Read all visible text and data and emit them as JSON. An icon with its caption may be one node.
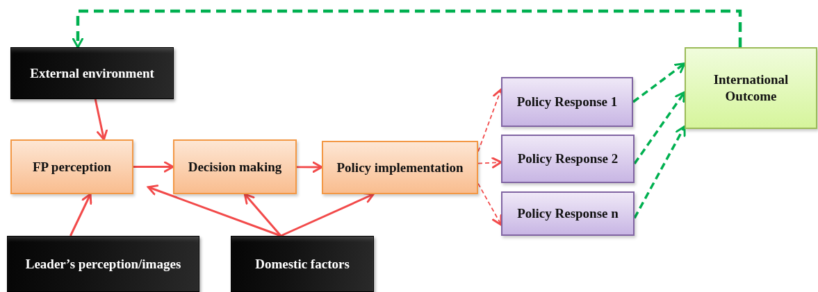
{
  "diagram": {
    "nodes": [
      {
        "text": [
          "External environment"
        ]
      },
      {
        "text": [
          "FP perception"
        ]
      },
      {
        "text": [
          "Decision making"
        ]
      },
      {
        "text": [
          "Policy implementation"
        ]
      },
      {
        "text": [
          "Leader’s perception/images"
        ]
      },
      {
        "text": [
          "Domestic factors"
        ]
      },
      {
        "text": [
          "Policy Response 1"
        ]
      },
      {
        "text": [
          "Policy Response 2"
        ]
      },
      {
        "text": [
          "Policy Response n"
        ]
      },
      {
        "text": [
          "International Outcome"
        ]
      }
    ],
    "edges": [
      {
        "from": 0,
        "to": 1,
        "arrow": "to"
      },
      {
        "from": 1,
        "to": 2,
        "arrow": "to"
      },
      {
        "from": 2,
        "to": 3,
        "arrow": "to"
      },
      {
        "from": 4,
        "to": 1,
        "arrow": "to"
      },
      {
        "from": 5,
        "to": 1,
        "arrow": "to"
      },
      {
        "from": 5,
        "to": 2,
        "arrow": "to"
      },
      {
        "from": 5,
        "to": 3,
        "arrow": "to"
      },
      {
        "from": 3,
        "to": 6,
        "arrow": "to",
        "style": "dashed"
      },
      {
        "from": 3,
        "to": 7,
        "arrow": "to",
        "style": "dashed"
      },
      {
        "from": 3,
        "to": 8,
        "arrow": "to",
        "style": "dashed"
      },
      {
        "from": 6,
        "to": 9,
        "arrow": "to",
        "style": "dashed",
        "color": "#00b050"
      },
      {
        "from": 7,
        "to": 9,
        "arrow": "to",
        "style": "dashed",
        "color": "#00b050"
      },
      {
        "from": 8,
        "to": 9,
        "arrow": "to",
        "style": "dashed",
        "color": "#00b050"
      },
      {
        "from": 9,
        "to": 0,
        "arrow": "to",
        "style": "dashed",
        "color": "#00b050"
      }
    ]
  }
}
